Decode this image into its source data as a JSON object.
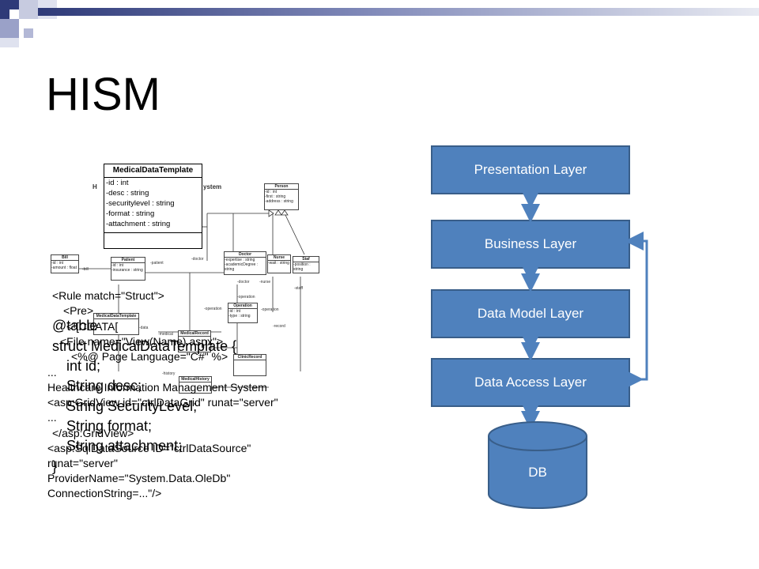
{
  "slide": {
    "title": "HISM"
  },
  "uml": {
    "main_class": {
      "name": "MedicalDataTemplate",
      "attributes": [
        "-id : int",
        "-desc : string",
        "-securitylevel : string",
        "-format : string",
        "-attachment : string"
      ]
    },
    "fragment_text": "ystem",
    "classes": [
      {
        "name": "Person",
        "attrs": [
          "-id : int",
          "-first : string",
          "-address : string"
        ]
      },
      {
        "name": "Bill",
        "attrs": [
          "-id : int",
          "-amount : float"
        ]
      },
      {
        "name": "Patient",
        "attrs": [
          "-id : int",
          "-insurance : string"
        ]
      },
      {
        "name": "Doctor",
        "attrs": [
          "-expertise : string",
          "-academicDegree : string"
        ]
      },
      {
        "name": "Nurse",
        "attrs": [
          "-wait : string"
        ]
      },
      {
        "name": "Staf",
        "attrs": [
          "-position : string"
        ]
      },
      {
        "name": "Operation",
        "attrs": [
          "-id : int",
          "-type : string"
        ]
      },
      {
        "name": "MedicalDataTemplate",
        "attrs": []
      },
      {
        "name": "MedicalRecord",
        "attrs": []
      },
      {
        "name": "ClinicRecord",
        "attrs": []
      },
      {
        "name": "MedicalHistory",
        "attrs": []
      }
    ],
    "labels": [
      "-patient",
      "-doctor",
      "-nurse",
      "-staff",
      "-operation",
      "-record",
      "-bill",
      "-data",
      "-medical",
      "-history"
    ]
  },
  "overlay_code": {
    "rule_open": "<Rule match=\"Struct\">",
    "pre_open": "<Pre>",
    "at_table": "@table",
    "cdata": "<![CDATA[",
    "struct_line": "struct MedicalDataTemplate {",
    "file_line": "<File name=\"View(Name).aspx\">",
    "page_lang": "<%@ Page Language=\"C#\" %>",
    "int_id": "int id;",
    "ellipsis1": "...",
    "string_desc": "String desc;",
    "heading_line": "Healthcare Information Management System",
    "security_line": "String SecurityLevel;",
    "gridview_line": "<asp:GridView id=\"ctrlDataGrid\" runat=\"server\"",
    "ellipsis2": "...",
    "string_format": "String format;",
    "gridview_close": "</asp:GridView>",
    "string_attach": "String attachment;",
    "sqlds_line": "<asp:SqlDataSource ID=\"ctrlDataSource\"",
    "close_brace": "}",
    "runat_line": "runat=\"server\"",
    "provider_line": "ProviderName=\"System.Data.OleDb\"",
    "conn_line": "ConnectionString=...\"/>"
  },
  "architecture": {
    "layers": [
      "Presentation Layer",
      "Business Layer",
      "Data Model Layer",
      "Data Access Layer"
    ],
    "database": "DB",
    "colors": {
      "layer_fill": "#4f81bd",
      "layer_border": "#395e89",
      "arrow": "#4f81bd"
    }
  }
}
